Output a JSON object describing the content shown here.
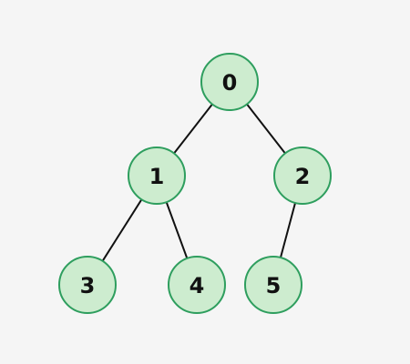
{
  "colors": {
    "background": "#f5f5f5",
    "node_fill": "#cdeccf",
    "node_stroke": "#2e9e5e",
    "edge": "#111111",
    "label": "#111111"
  },
  "tree": {
    "nodes": [
      {
        "id": "0",
        "label": "0"
      },
      {
        "id": "1",
        "label": "1"
      },
      {
        "id": "2",
        "label": "2"
      },
      {
        "id": "3",
        "label": "3"
      },
      {
        "id": "4",
        "label": "4"
      },
      {
        "id": "5",
        "label": "5"
      }
    ],
    "edges": [
      {
        "from": "0",
        "to": "1"
      },
      {
        "from": "0",
        "to": "2"
      },
      {
        "from": "1",
        "to": "3"
      },
      {
        "from": "1",
        "to": "4"
      },
      {
        "from": "2",
        "to": "5"
      }
    ]
  }
}
